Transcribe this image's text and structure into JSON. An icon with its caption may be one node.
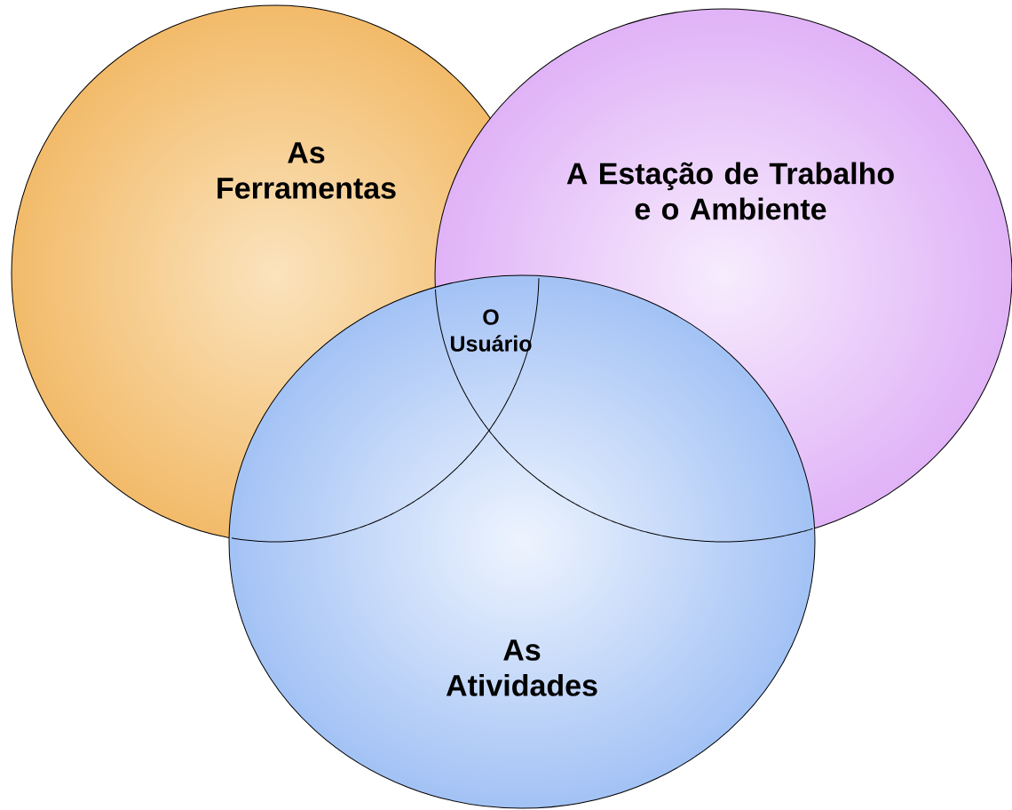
{
  "diagram": {
    "nodes": [
      {
        "text": [
          "As Ferramentas"
        ]
      },
      {
        "text": [
          "A Estação de Trabalho e o Ambiente"
        ]
      },
      {
        "text": [
          "As Atividades"
        ]
      }
    ],
    "labels": [
      "O Usuário"
    ]
  }
}
